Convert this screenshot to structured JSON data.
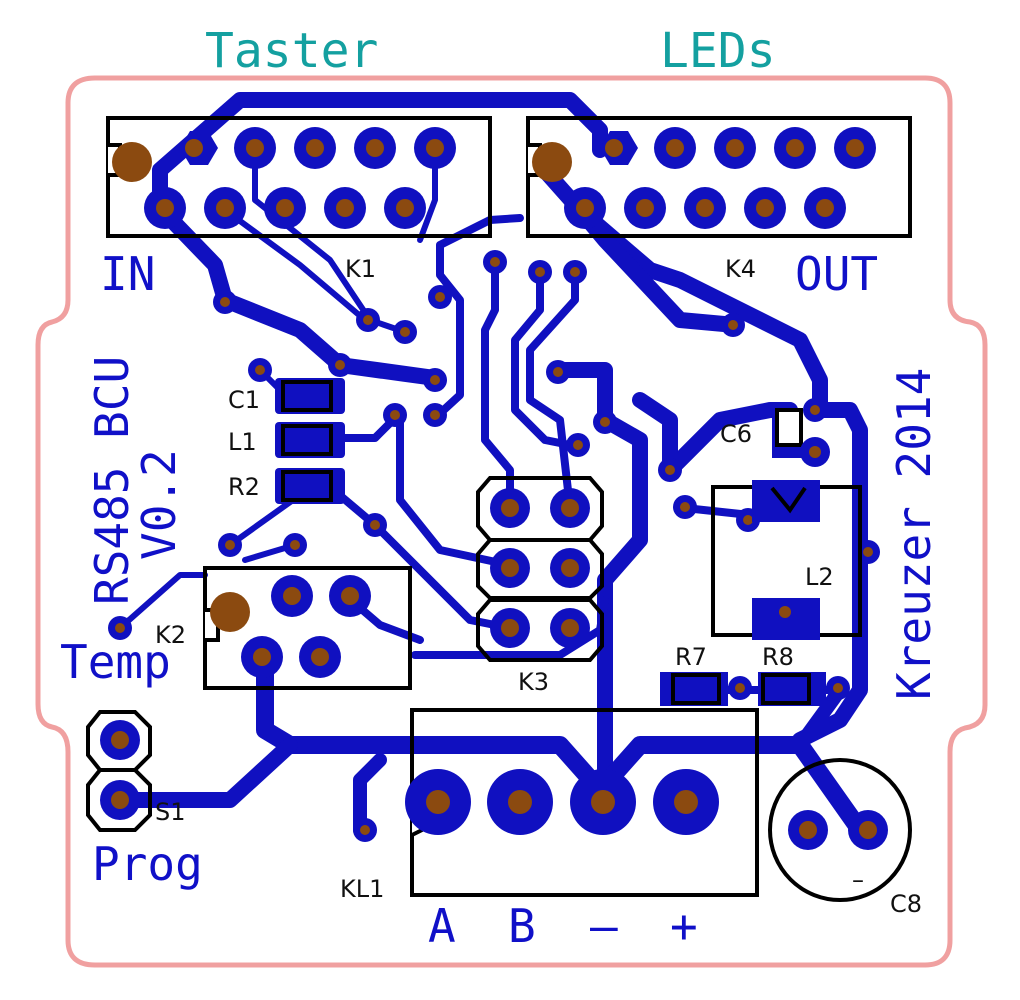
{
  "title_top_left": "Taster",
  "title_top_right": "LEDs",
  "label_in": "IN",
  "label_out": "OUT",
  "board_name_line1": "RS485 BCU",
  "board_name_line2": "V0.2",
  "author": "Kreuzer 2014",
  "label_temp": "Temp",
  "label_prog": "Prog",
  "terminals": [
    "A",
    "B",
    "–",
    "+"
  ],
  "refs": {
    "K1": "K1",
    "K2": "K2",
    "K3": "K3",
    "K4": "K4",
    "C1": "C1",
    "L1": "L1",
    "R2": "R2",
    "C6": "C6",
    "L2": "L2",
    "R7": "R7",
    "R8": "R8",
    "S1": "S1",
    "KL1": "KL1",
    "C8": "C8",
    "cap_polarity": "–"
  },
  "colors": {
    "board_outline": "#f0a0a0",
    "copper": "#1010c0",
    "drill": "#8b4a10",
    "silkscreen_title": "#14a0a0",
    "silkscreen_text": "#1010c8",
    "component_outline": "#000000"
  }
}
